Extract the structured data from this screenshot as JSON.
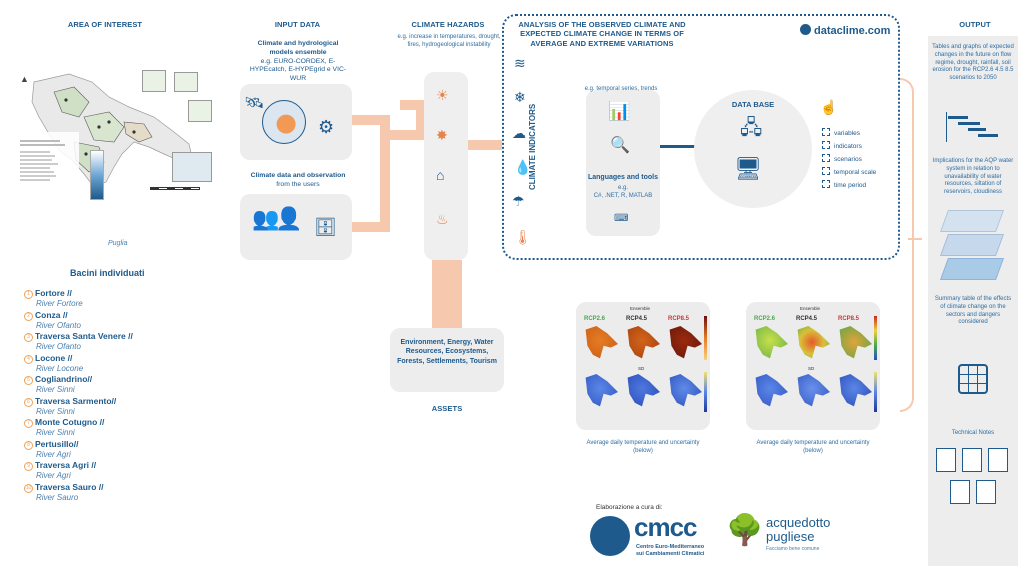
{
  "sections": {
    "area": "AREA OF INTEREST",
    "input": "INPUT DATA",
    "hazards": "CLIMATE HAZARDS",
    "analysis": "ANALYSIS OF THE OBSERVED CLIMATE AND EXPECTED CLIMATE CHANGE IN TERMS OF AVERAGE AND EXTREME VARIATIONS",
    "output": "OUTPUT"
  },
  "brand": "dataclime.com",
  "area": {
    "region_label": "Puglia"
  },
  "basins": {
    "title": "Bacini individuati",
    "items": [
      {
        "n": "1",
        "name": "Fortore //",
        "river": "River Fortore"
      },
      {
        "n": "2",
        "name": "Conza //",
        "river": "River Ofanto"
      },
      {
        "n": "3",
        "name": "Traversa Santa Venere //",
        "river": "River Ofanto"
      },
      {
        "n": "4",
        "name": "Locone //",
        "river": "River Locone"
      },
      {
        "n": "5",
        "name": "Cogliandrino//",
        "river": "River Sinni"
      },
      {
        "n": "6",
        "name": "Traversa Sarmento//",
        "river": "River Sinni"
      },
      {
        "n": "7",
        "name": "Monte Cotugno //",
        "river": "River Sinni"
      },
      {
        "n": "8",
        "name": "Pertusillo//",
        "river": "River Agri"
      },
      {
        "n": "9",
        "name": "Traversa Agri //",
        "river": "River Agri"
      },
      {
        "n": "10",
        "name": "Traversa Sauro //",
        "river": "River Sauro"
      }
    ]
  },
  "input": {
    "models_title": "Climate and hydrological models ensemble",
    "models_eg": "e.g.",
    "models_list": "EURO-CORDEX, E-HYPEcatch, E-HYPEgrid e VIC-WUR",
    "obs_title": "Climate data and observation",
    "obs_sub": "from the users"
  },
  "hazards": {
    "desc": "e.g. increase in temperatures, drought, fires, hydrogeological instability"
  },
  "assets": {
    "text": "Environment, Energy, Water Resources, Ecosystems, Forests, Settlements, Tourism",
    "label": "ASSETS"
  },
  "analysis": {
    "indicators_label": "CLIMATE INDICATORS",
    "temporal": "e.g. temporal series, trends",
    "lang_title": "Languages and tools",
    "lang_eg": "e.g.",
    "lang_list": "C#, .NET, R, MATLAB",
    "db_title": "DATA BASE",
    "db_items": [
      "variables",
      "indicators",
      "scenarios",
      "temporal scale",
      "time period"
    ]
  },
  "maps": [
    {
      "caption": "Average daily temperature and uncertainty (below)",
      "ensemble": "Ensemble",
      "sd": "SD",
      "rcp": [
        "RCP2.6",
        "RCP4.5",
        "RCP8.5"
      ]
    },
    {
      "caption": "Average daily temperature and uncertainty (below)",
      "ensemble": "Ensemble",
      "sd": "SD",
      "rcp": [
        "RCP2.6",
        "RCP4.5",
        "RCP8.5"
      ]
    }
  ],
  "output": {
    "o1": "Tables and graphs of expected changes in the future on flow regime, drought, rainfall, soil erosion for the RCP2.6 4.5 8.5 scenarios to 2050",
    "o2": "Implications for the AQP water system in relation to unavailability of water resources, siltation of reservoirs, cloudiness",
    "o3": "Summary table of the effects of climate change on the sectors and dangers considered",
    "o4": "Technical Notes"
  },
  "credits": {
    "label": "Elaborazione a cura di:",
    "cmcc": "cmcc",
    "cmcc_sub1": "Centro Euro-Mediterraneo",
    "cmcc_sub2": "sui Cambiamenti Climatici",
    "aqp1": "acquedotto",
    "aqp2": "pugliese",
    "aqp_sub": "Facciamo bene comune"
  },
  "colors": {
    "primary": "#1e5a8c",
    "accent": "#f0a25a",
    "connector": "#f6c8ae",
    "panel": "#ededed"
  }
}
